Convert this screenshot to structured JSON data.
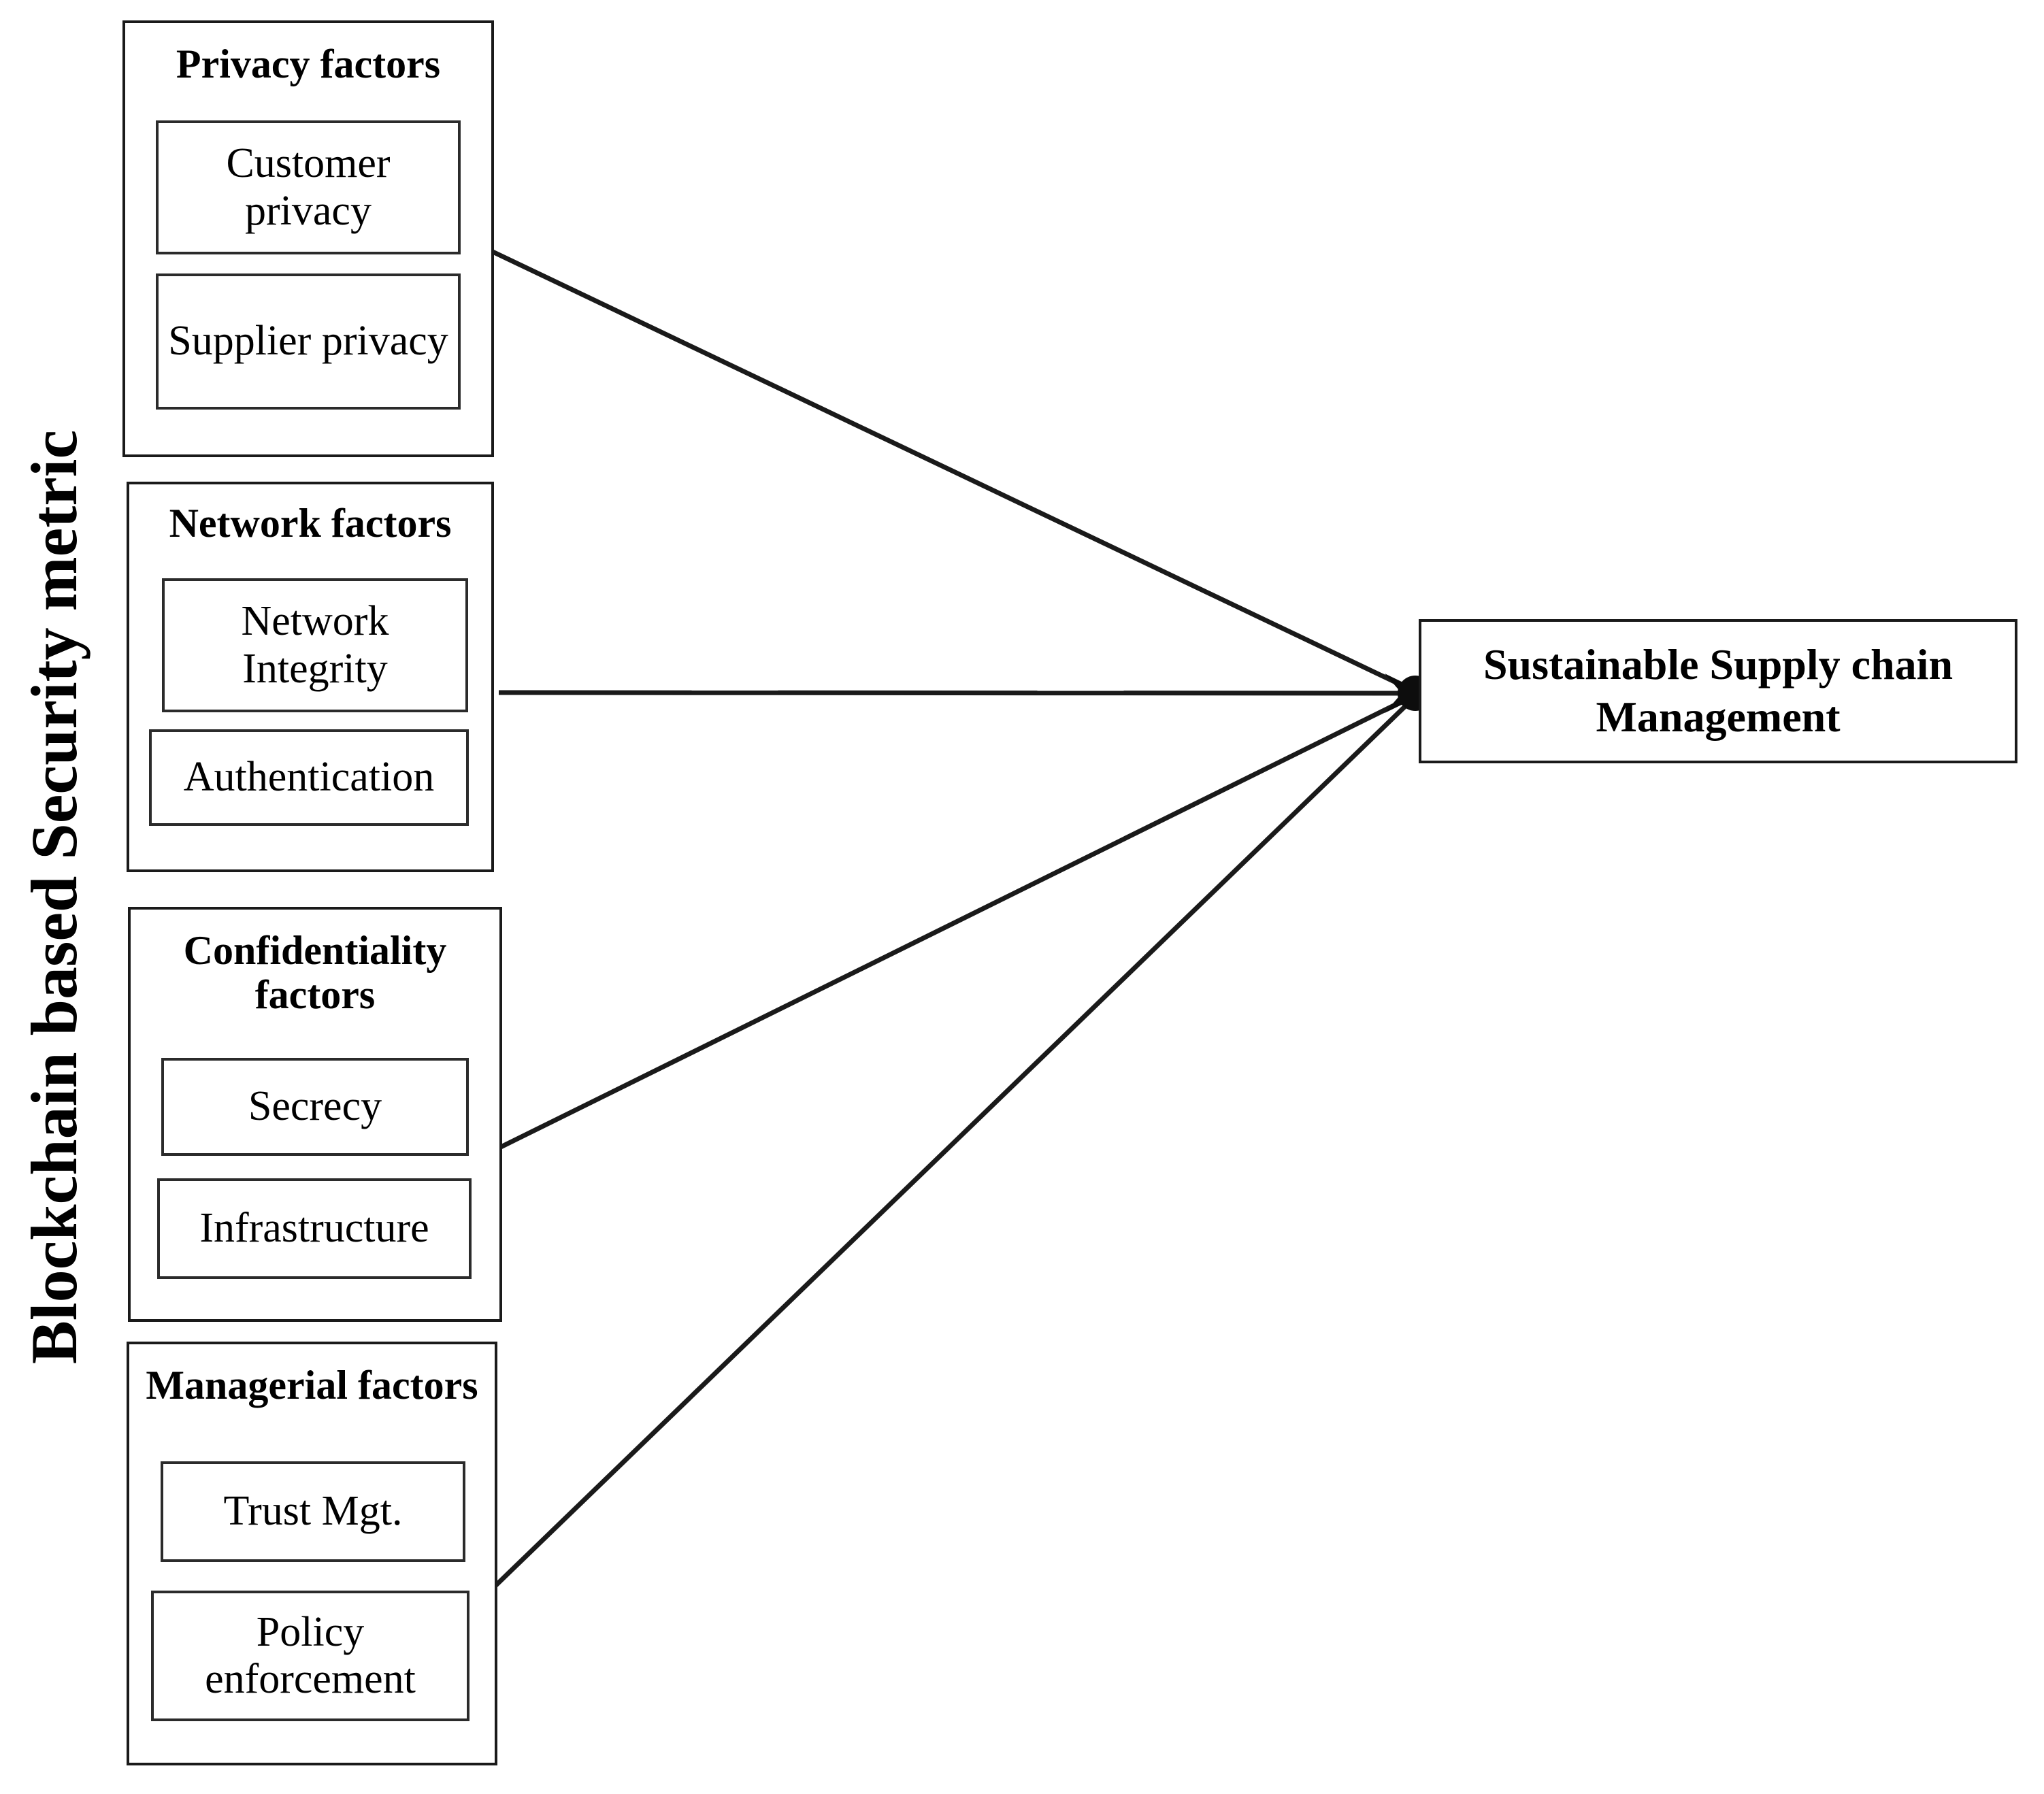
{
  "figure": {
    "axis_label": "Blockchain based Security metric",
    "line_color": "#1a1a1a",
    "box_border_color": "#1a1a1a",
    "background": "#ffffff"
  },
  "groups": [
    {
      "id": "privacy",
      "title": "Privacy factors",
      "items": [
        "Customer privacy",
        "Supplier privacy"
      ]
    },
    {
      "id": "network",
      "title": "Network factors",
      "items": [
        "Network Integrity",
        "Authentication"
      ]
    },
    {
      "id": "confidentiality",
      "title": "Confidentiality factors",
      "items": [
        "Secrecy",
        "Infrastructure"
      ]
    },
    {
      "id": "managerial",
      "title": "Managerial factors",
      "items": [
        "Trust Mgt.",
        "Policy enforcement"
      ]
    }
  ],
  "target": {
    "label": "Sustainable Supply chain Management"
  },
  "connections": [
    {
      "from": "privacy",
      "to": "target"
    },
    {
      "from": "network",
      "to": "target"
    },
    {
      "from": "confidentiality",
      "to": "target"
    },
    {
      "from": "managerial",
      "to": "target"
    }
  ]
}
